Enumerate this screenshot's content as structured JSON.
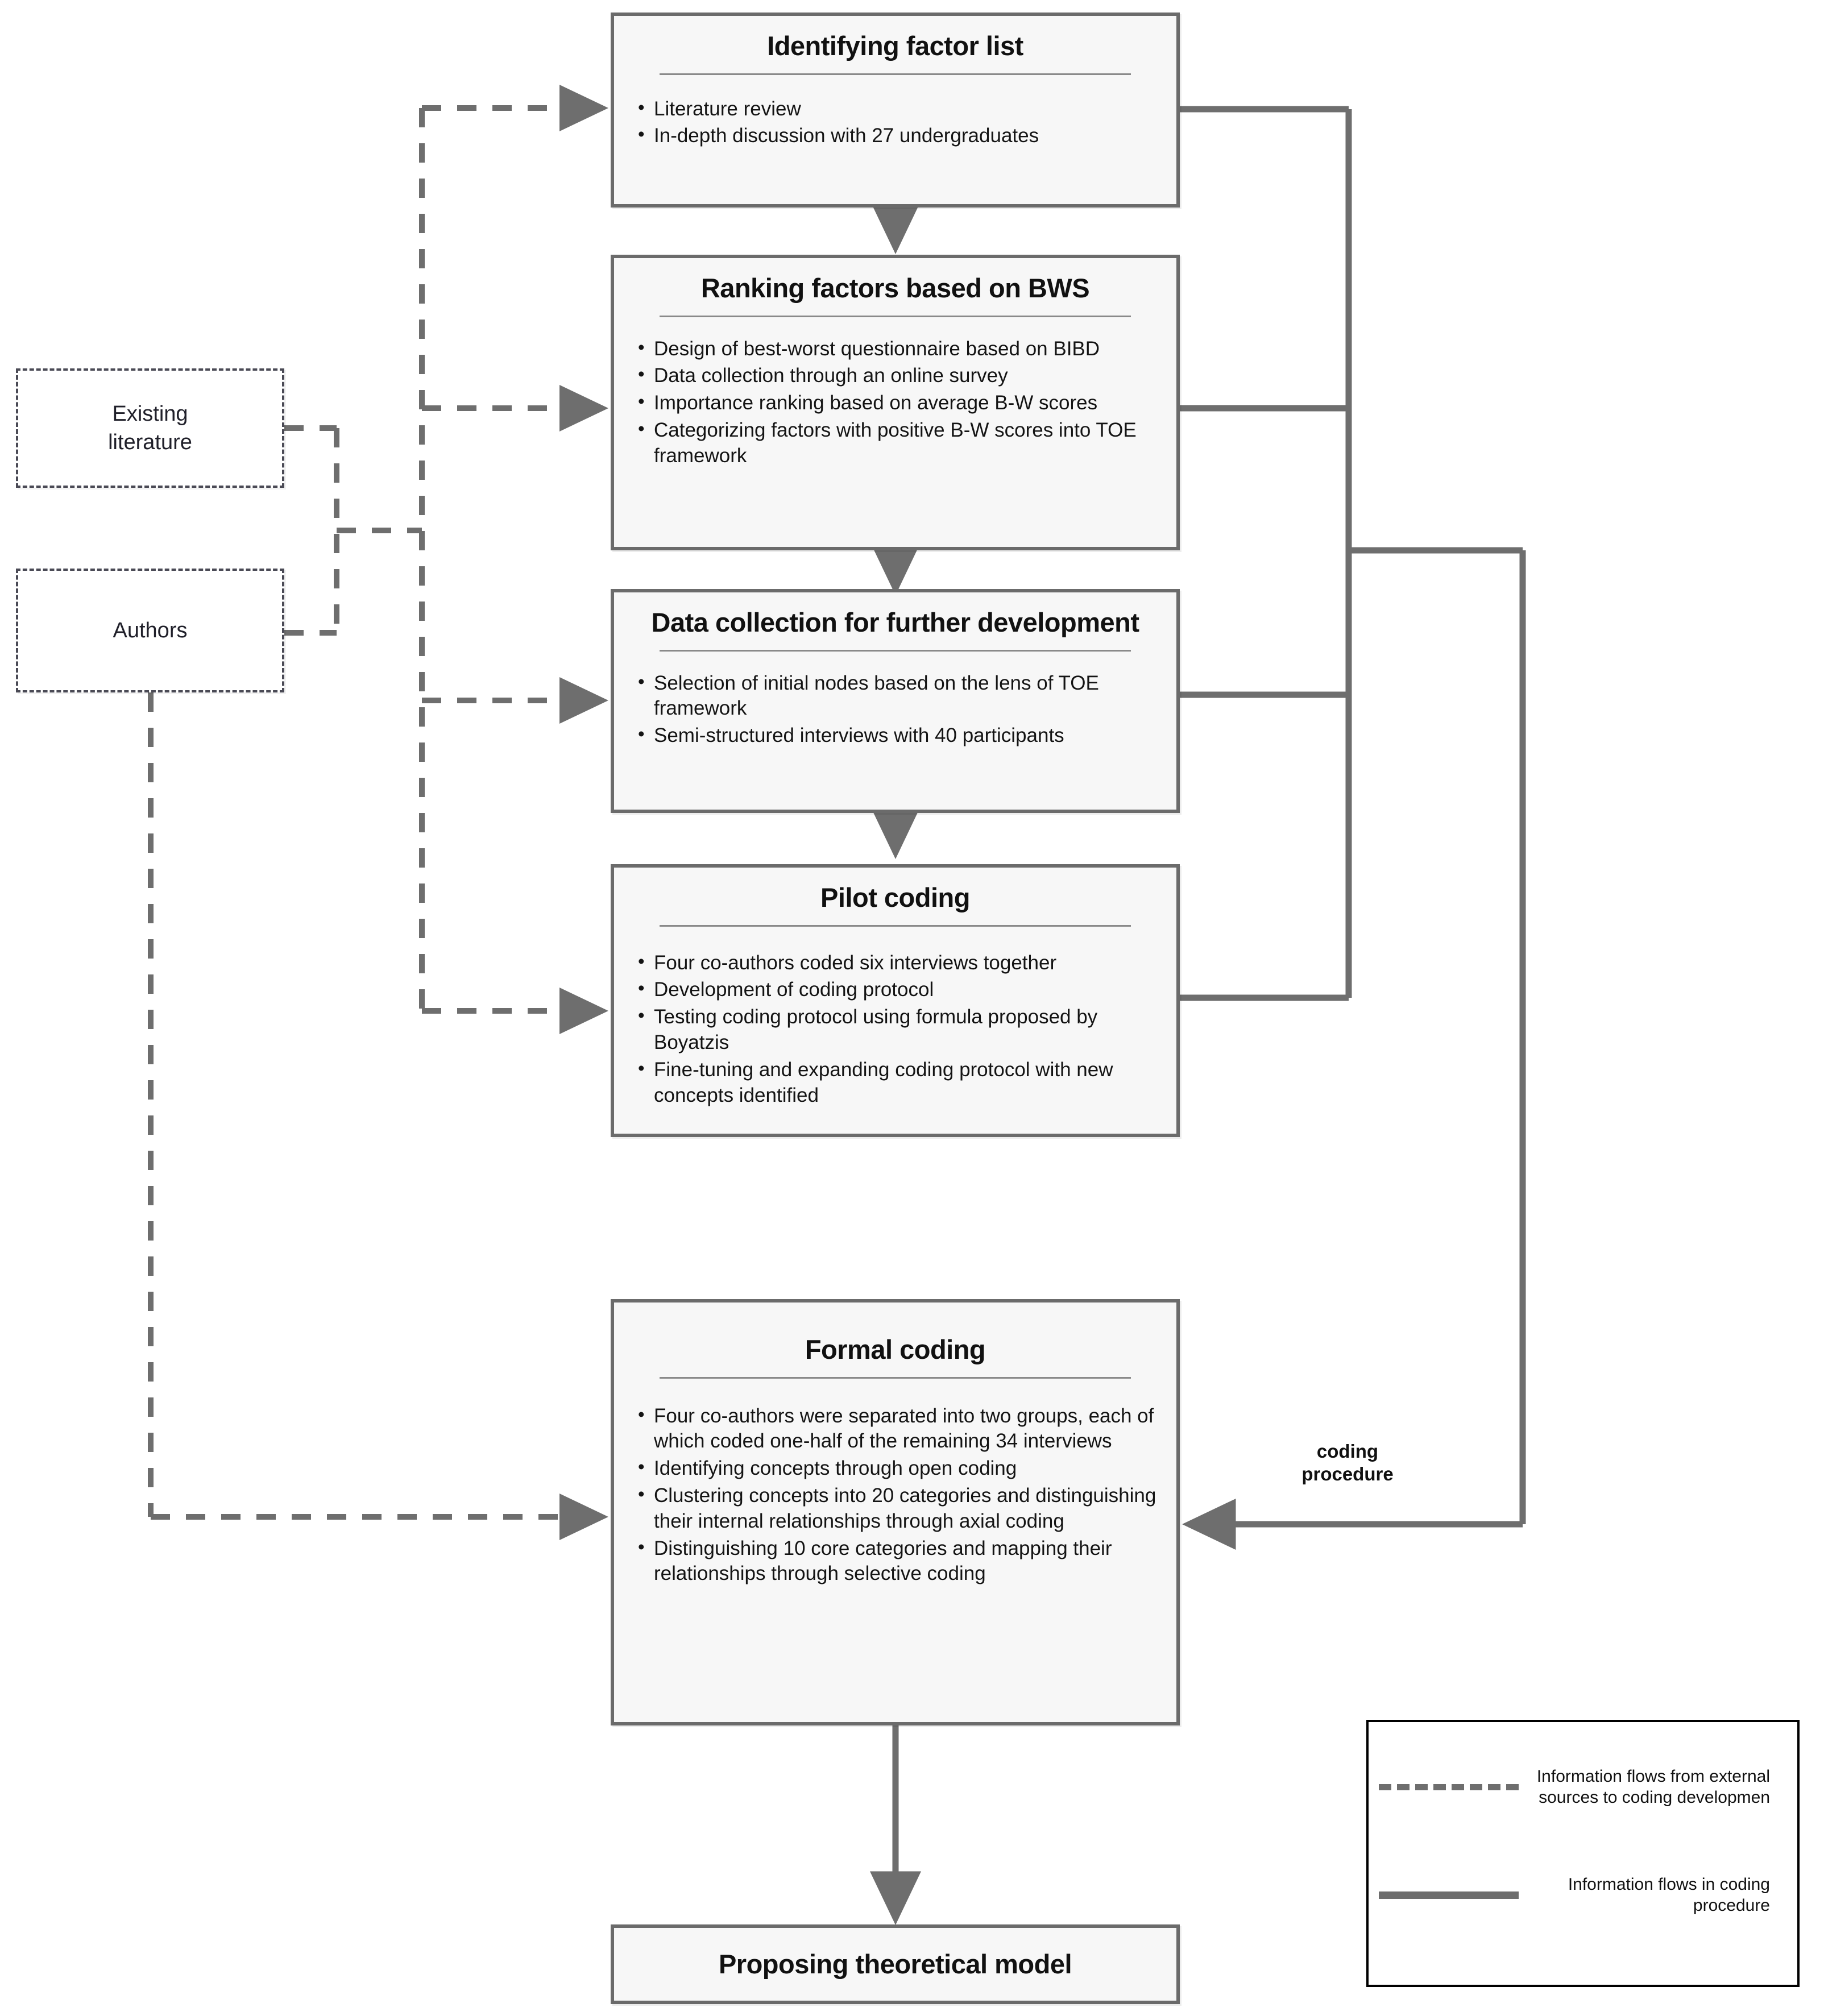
{
  "boxes": [
    {
      "id": "identifying-factor-list",
      "title": "Identifying factor list",
      "items": [
        "Literature review",
        "In-depth discussion with 27 undergraduates"
      ]
    },
    {
      "id": "ranking-factors-bws",
      "title": "Ranking factors based on BWS",
      "items": [
        "Design of best-worst questionnaire based on BIBD",
        "Data collection through an online survey",
        "Importance ranking based on average B-W scores",
        "Categorizing factors with positive B-W scores into TOE framework"
      ]
    },
    {
      "id": "data-collection-further-development",
      "title": "Data collection for further development",
      "items": [
        "Selection of initial nodes based on the lens of TOE framework",
        "Semi-structured interviews with 40 participants"
      ]
    },
    {
      "id": "pilot-coding",
      "title": "Pilot coding",
      "items": [
        "Four co-authors coded six interviews together",
        "Development of coding protocol",
        "Testing coding protocol using formula proposed by Boyatzis",
        "Fine-tuning and expanding coding protocol with new concepts identified"
      ]
    },
    {
      "id": "formal-coding",
      "title": "Formal coding",
      "items": [
        "Four co-authors were separated into two groups, each of which coded one-half of the remaining 34 interviews",
        "Identifying concepts through open coding",
        "Clustering concepts into 20 categories and distinguishing their internal relationships through axial coding",
        "Distinguishing 10 core categories and mapping their relationships through selective coding"
      ]
    },
    {
      "id": "proposing-theoretical-model",
      "title": "Proposing theoretical model",
      "items": []
    }
  ],
  "sources": [
    {
      "id": "existing-literature",
      "label": "Existing\nliterature"
    },
    {
      "id": "authors",
      "label": "Authors"
    }
  ],
  "edge_label": "coding\nprocedure",
  "legend": {
    "entries": [
      {
        "style": "dashed",
        "text": "Information flows from external sources to coding developmen"
      },
      {
        "style": "solid",
        "text": "Information flows in coding procedure"
      }
    ]
  },
  "colors": {
    "box_border": "#6b6b6b",
    "box_fill": "#f7f7f7",
    "connector": "#6e6e6e",
    "dashed_connector": "#6e6e6e",
    "source_border": "#4a4a55",
    "legend_border": "#000000"
  }
}
